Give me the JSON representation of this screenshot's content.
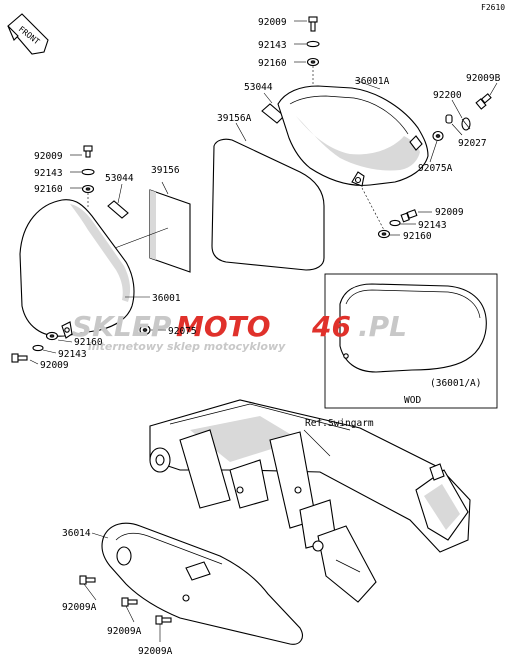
{
  "figure_code": "F2610",
  "front_arrow": "FRONT",
  "watermark": {
    "brand_left": "SKLEP",
    "brand_mid": "MOTO",
    "brand_num": "46",
    "brand_tld": ".PL",
    "tagline": "internetowy sklep motocyklowy"
  },
  "labels": {
    "l_92009_top": "92009",
    "l_92143_top": "92143",
    "l_92160_top": "92160",
    "l_53044_r": "53044",
    "l_36001A": "36001A",
    "l_92009B": "92009B",
    "l_39156A": "39156A",
    "l_92200": "92200",
    "l_92027": "92027",
    "l_92075A": "92075A",
    "l_92009_l": "92009",
    "l_92143_l": "92143",
    "l_92160_l": "92160",
    "l_53044_l": "53044",
    "l_39156": "39156",
    "l_92009_r": "92009",
    "l_92143_r": "92143",
    "l_92160_r": "92160",
    "l_36001": "36001",
    "l_92075": "92075",
    "l_92160_lb": "92160",
    "l_92143_lb": "92143",
    "l_92009_lb": "92009",
    "l_ref": "Ref.Swingarm",
    "l_36014": "36014",
    "l_92009A_1": "92009A",
    "l_92009A_2": "92009A",
    "l_92009A_3": "92009A"
  },
  "inset": {
    "part": "(36001/A)",
    "caption": "WOD"
  },
  "colors": {
    "line": "#000000",
    "watermark_gray": "#c8c8c8",
    "watermark_red": "#e0312b",
    "shade": "#d9d9d9"
  }
}
